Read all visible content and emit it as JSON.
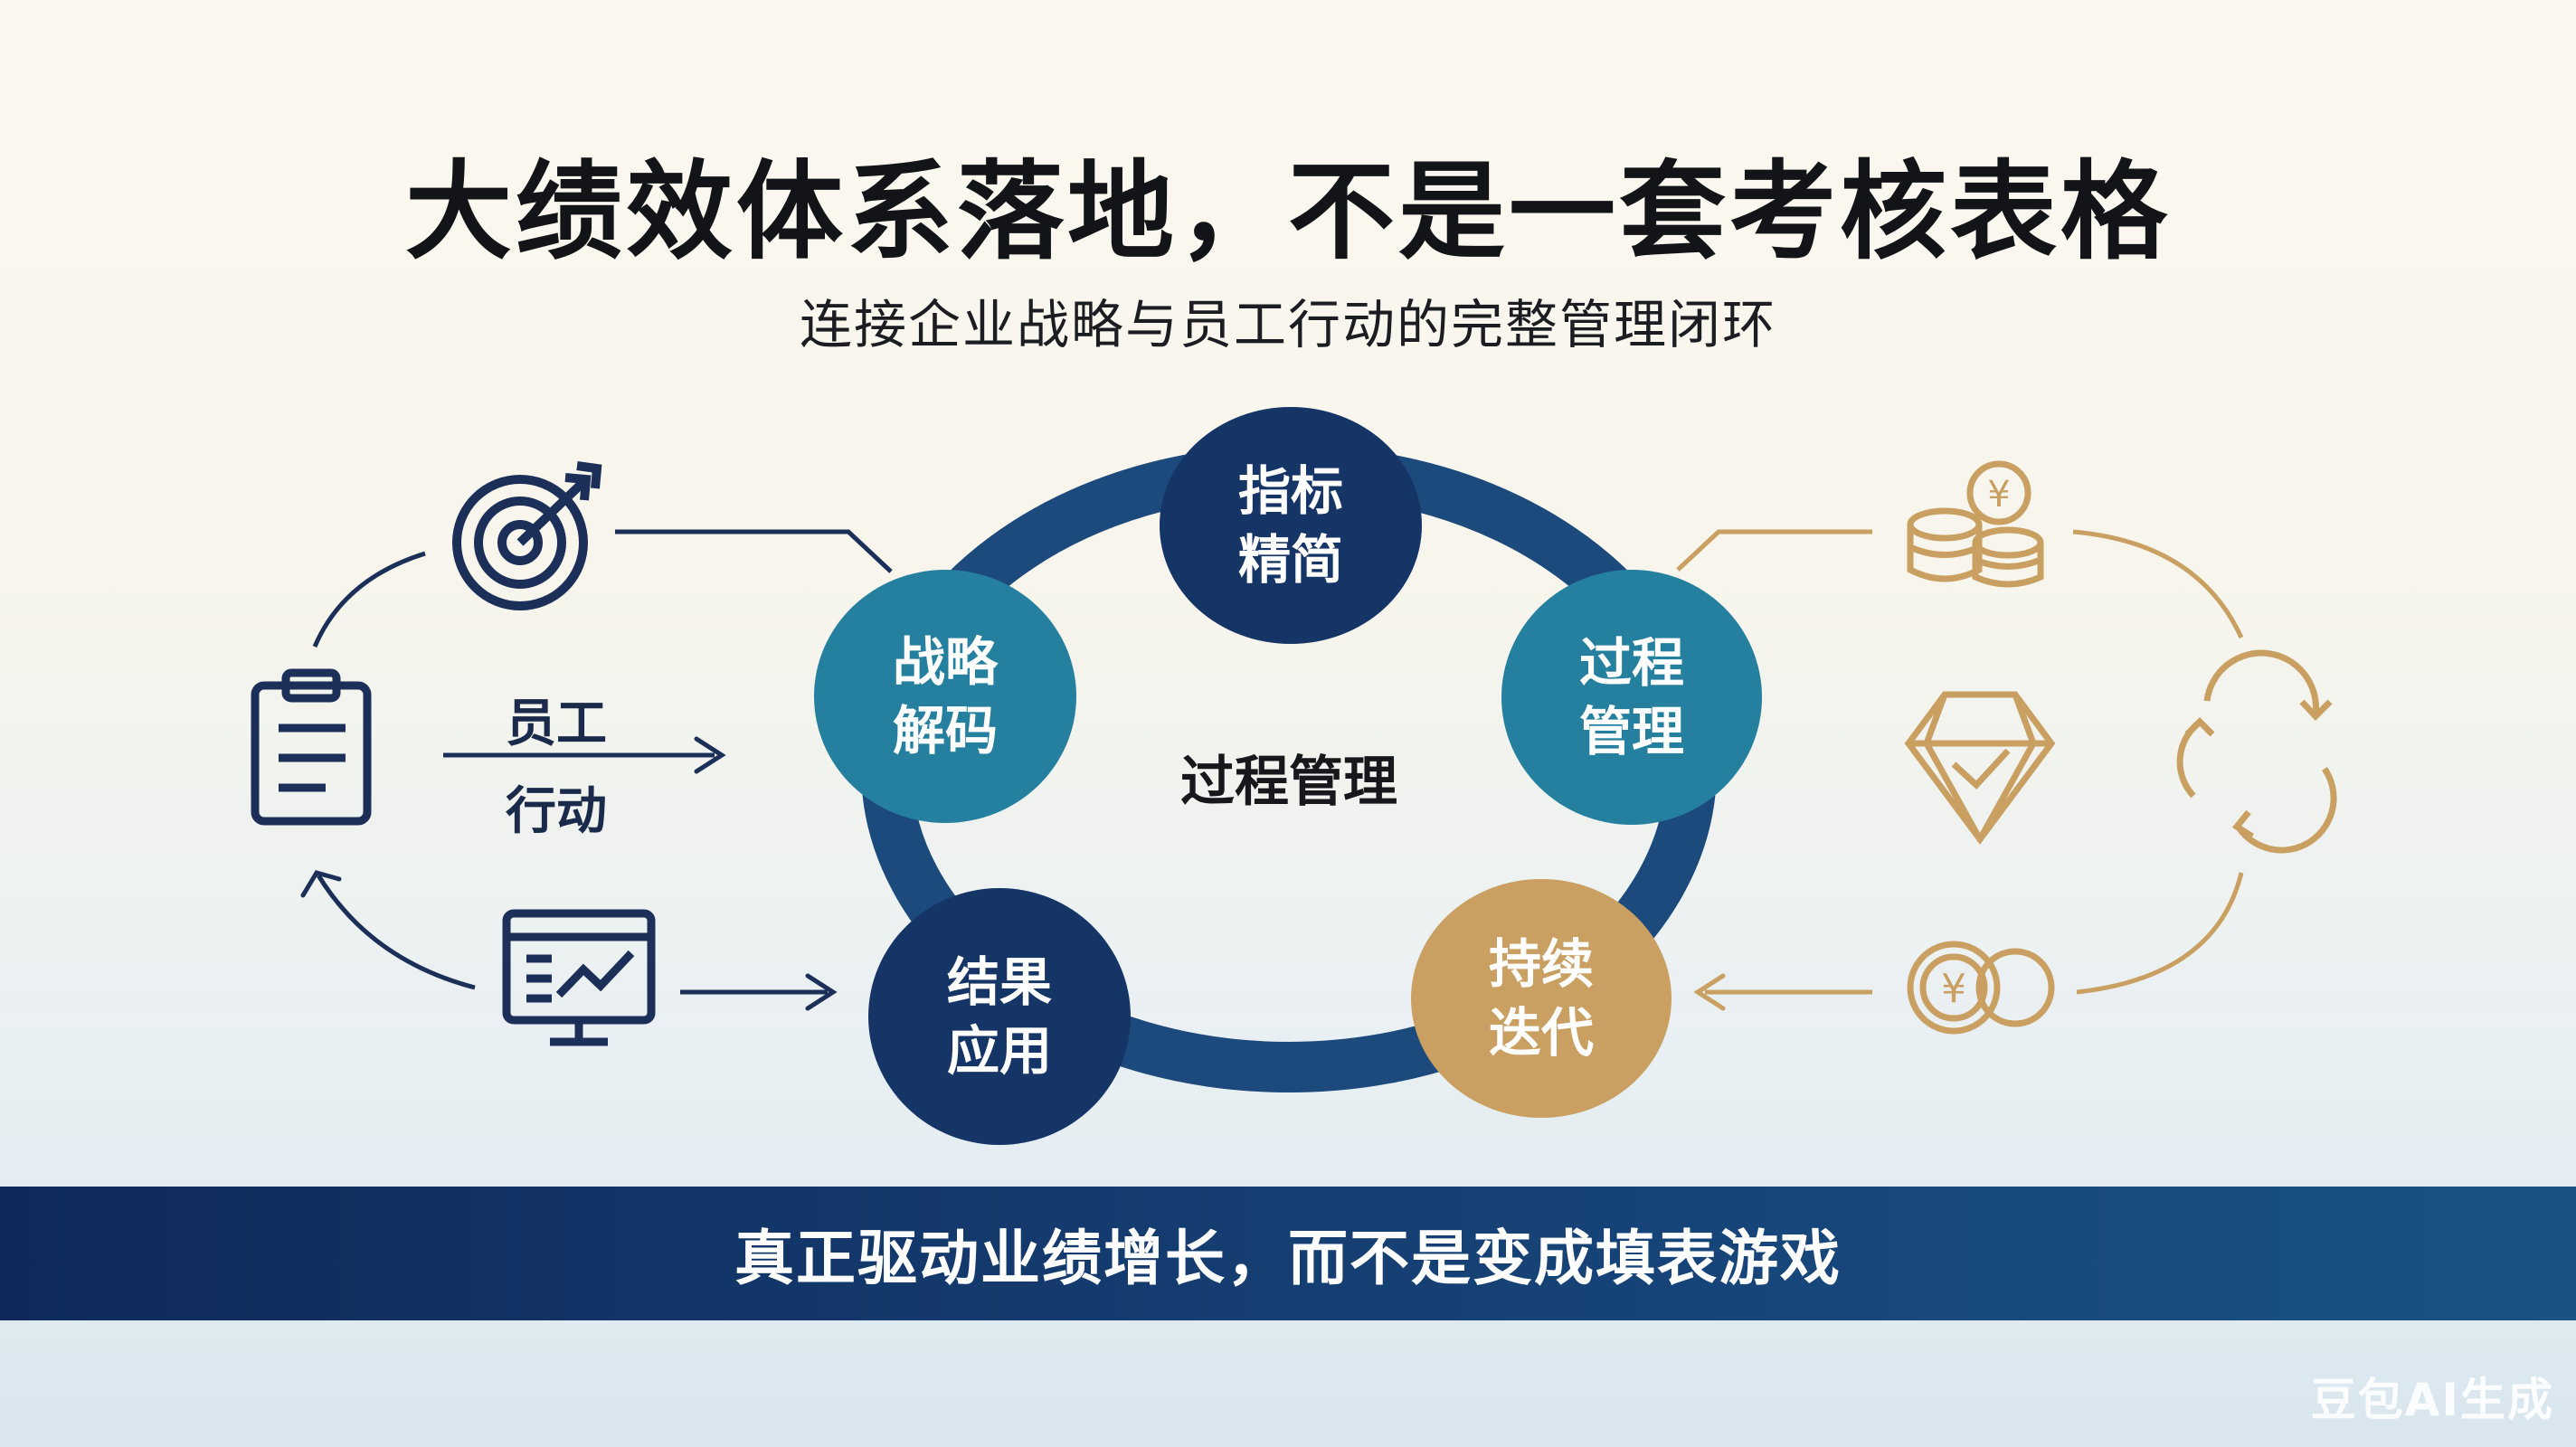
{
  "title": "大绩效体系落地，不是一套考核表格",
  "subtitle": "连接企业战略与员工行动的完整管理闭环",
  "center_label": "过程管理",
  "cycle_nodes": [
    {
      "id": "indicator",
      "label": "指标\n精简",
      "color": "#163567"
    },
    {
      "id": "strategy",
      "label": "战略\n解码",
      "color": "#25809f"
    },
    {
      "id": "process",
      "label": "过程\n管理",
      "color": "#25809f"
    },
    {
      "id": "result",
      "label": "结果\n应用",
      "color": "#163567"
    },
    {
      "id": "iterate",
      "label": "持续\n迭代",
      "color": "#c9a062"
    }
  ],
  "left_flow": {
    "label_top": "员工",
    "label_bottom": "行动",
    "icons": [
      "target-icon",
      "clipboard-icon",
      "monitor-chart-icon"
    ]
  },
  "right_flow": {
    "icons": [
      "coin-stack-icon",
      "diamond-check-icon",
      "recycle-arrows-icon",
      "coins-icon"
    ]
  },
  "banner_text": "真正驱动业绩增长，而不是变成填表游戏",
  "watermark": "豆包AI生成",
  "colors": {
    "navy": "#163567",
    "teal": "#25809f",
    "gold": "#c9a062",
    "ring": "#1d4a7c"
  }
}
